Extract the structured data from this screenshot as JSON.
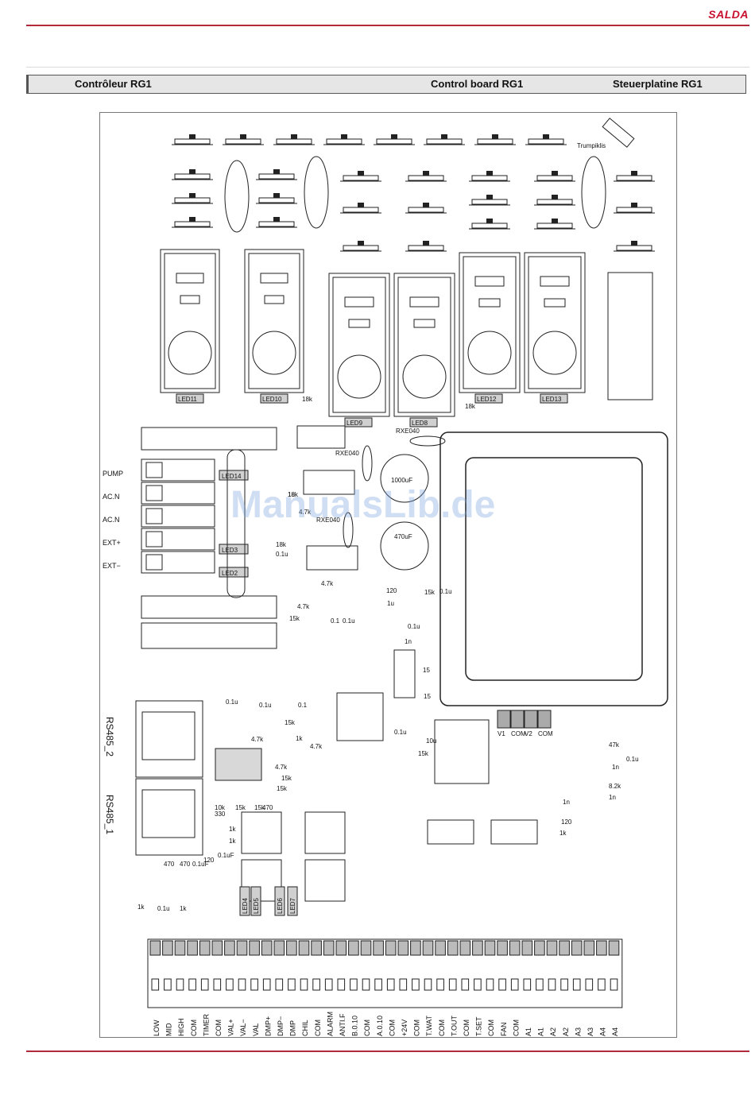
{
  "brand": {
    "logo_text": "SALDA"
  },
  "header": {
    "title_fr": "Contrôleur RG1",
    "title_en": "Control board RG1",
    "title_de": "Steuerplatine RG1"
  },
  "watermark": "ManualsLib.de",
  "board": {
    "fuse_label": "Trumpiklis",
    "leds_top": [
      "LED11",
      "LED10",
      "LED9",
      "LED8",
      "LED12",
      "LED13"
    ],
    "leds_mid": [
      "LED14",
      "LED3",
      "LED2"
    ],
    "leds_bottom": [
      "LED4",
      "LED5",
      "LED6",
      "LED7"
    ],
    "relay_labels": [
      "PUMP",
      "AC.N",
      "AC.N",
      "EXT+",
      "EXT−"
    ],
    "rs485": [
      "RS485_2",
      "RS485_1"
    ],
    "caps": [
      "1000uF",
      "470uF"
    ],
    "rxe": [
      "RXE040",
      "RXE040",
      "RXE040"
    ],
    "valve_block": [
      "V1",
      "COM",
      "V2",
      "COM"
    ],
    "misc_values": [
      "18k",
      "18k",
      "0.1u",
      "4.7k",
      "4.7k",
      "4.7k",
      "15k",
      "15k",
      "120",
      "1u",
      "0.1u",
      "0.1u",
      "0.1",
      "0.1u",
      "1n",
      "15",
      "15",
      "10u",
      "15k",
      "0.1u",
      "0.1u",
      "0.1u",
      "0.1",
      "1k",
      "4.7k",
      "15k",
      "4.7k",
      "4.7k",
      "15k",
      "15k",
      "10k",
      "15k",
      "15k",
      "470",
      "330",
      "1k",
      "1k",
      "0.1uF",
      "470",
      "470",
      "0.1uF",
      "120",
      "1k",
      "1k",
      "0.1u",
      "47k",
      "1n",
      "0.1u",
      "8.2k",
      "1n",
      "1n",
      "120",
      "1k",
      "1u"
    ],
    "terminals": [
      "LOW",
      "MID",
      "HIGH",
      "COM",
      "TIMER",
      "COM",
      "VAL+",
      "VAL−",
      "VAL",
      "DMP+",
      "DMP−",
      "DMP",
      "CHIL",
      "COM",
      "ALARM",
      "ANTI.F",
      "B.0.10",
      "COM",
      "A.0.10",
      "COM",
      "+24V",
      "COM",
      "T.WAT",
      "COM",
      "T.OUT",
      "COM",
      "T.SET",
      "COM",
      "FAN",
      "COM",
      "A1",
      "A1",
      "A2",
      "A2",
      "A3",
      "A3",
      "A4",
      "A4"
    ]
  }
}
